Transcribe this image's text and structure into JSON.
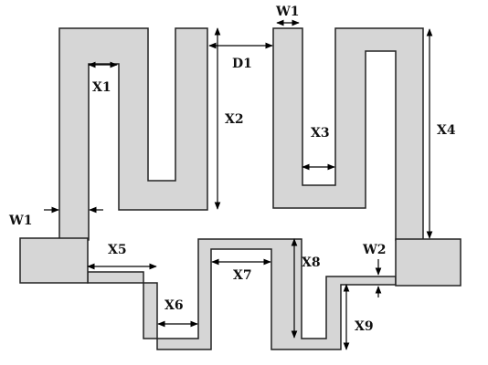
{
  "colors": {
    "conductor_fill": "#d6d6d6",
    "outline": "#222222",
    "background": "#ffffff"
  },
  "labels": {
    "w1_top": "W1",
    "d1": "D1",
    "x1": "X1",
    "x2": "X2",
    "x3": "X3",
    "x4": "X4",
    "w1_left": "W1",
    "x5": "X5",
    "x6": "X6",
    "x7": "X7",
    "x8": "X8",
    "w2": "W2",
    "x9": "X9"
  }
}
